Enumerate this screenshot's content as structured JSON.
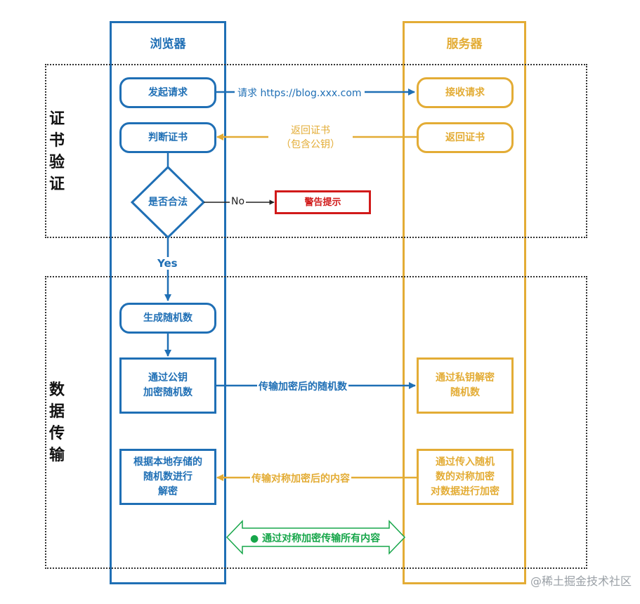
{
  "lanes": {
    "browser": "浏览器",
    "server": "服务器"
  },
  "sections": {
    "cert": [
      "证",
      "书",
      "验",
      "证"
    ],
    "data": [
      "数",
      "据",
      "传",
      "输"
    ]
  },
  "nodes": {
    "send_request": "发起请求",
    "judge_cert": "判断证书",
    "is_legal": "是否合法",
    "warning": "警告提示",
    "gen_random": "生成随机数",
    "encrypt_pubkey": [
      "通过公钥",
      "加密随机数"
    ],
    "decrypt_local": [
      "根据本地存储的",
      "随机数进行",
      "解密"
    ],
    "receive_request": "接收请求",
    "return_cert": "返回证书",
    "decrypt_privkey": [
      "通过私钥解密",
      "随机数"
    ],
    "encrypt_symmetric": [
      "通过传入随机",
      "数的对称加密",
      "对数据进行加密"
    ]
  },
  "edges": {
    "request": "请求 https://blog.xxx.com",
    "return_cert": [
      "返回证书",
      "（包含公钥）"
    ],
    "no": "No",
    "yes": "Yes",
    "transfer_random": "传输加密后的随机数",
    "transfer_content": "传输对称加密后的内容",
    "all_content": "● 通过对称加密传输所有内容"
  },
  "colors": {
    "blue": "#1f6fb5",
    "gold": "#e3ac35",
    "red": "#d11a1a",
    "green": "#17a64a"
  },
  "watermark": "@稀土掘金技术社区"
}
